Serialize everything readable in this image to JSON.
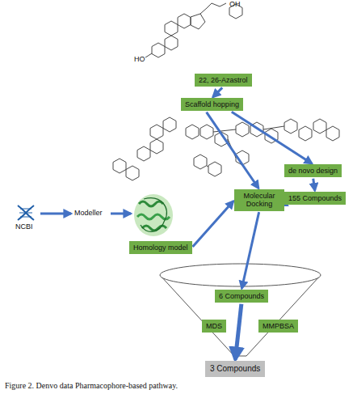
{
  "diagram": {
    "caption": "Figure 2. Denvo data Pharmacophore-based pathway.",
    "nodes": [
      {
        "text": [
          "22, 26-Azastrol"
        ]
      },
      {
        "text": [
          "Scaffold hopping"
        ]
      },
      {
        "text": [
          "de novo design"
        ]
      },
      {
        "text": [
          "155 Compounds"
        ]
      },
      {
        "text": [
          "Molecular Docking"
        ]
      },
      {
        "text": [
          "Homology model"
        ]
      },
      {
        "text": [
          "6 Compounds"
        ]
      },
      {
        "text": [
          "MDS"
        ]
      },
      {
        "text": [
          "MMPBSA"
        ]
      },
      {
        "text": [
          "3 Compounds"
        ]
      }
    ],
    "edges": [
      {
        "from": 0,
        "to": 1,
        "arrow": "to"
      },
      {
        "from": 1,
        "to": 4,
        "arrow": "to"
      },
      {
        "from": 1,
        "to": 2,
        "arrow": "to"
      },
      {
        "from": 2,
        "to": 3,
        "arrow": "to"
      },
      {
        "from": 3,
        "to": 4,
        "arrow": "to"
      },
      {
        "from": 5,
        "to": 4,
        "arrow": "to"
      },
      {
        "from": 4,
        "to": 6,
        "arrow": "to"
      },
      {
        "from": 6,
        "to": 9,
        "arrow": "to"
      }
    ],
    "labels": [
      "OH",
      "HO",
      "NCBI",
      "Modeller"
    ]
  }
}
